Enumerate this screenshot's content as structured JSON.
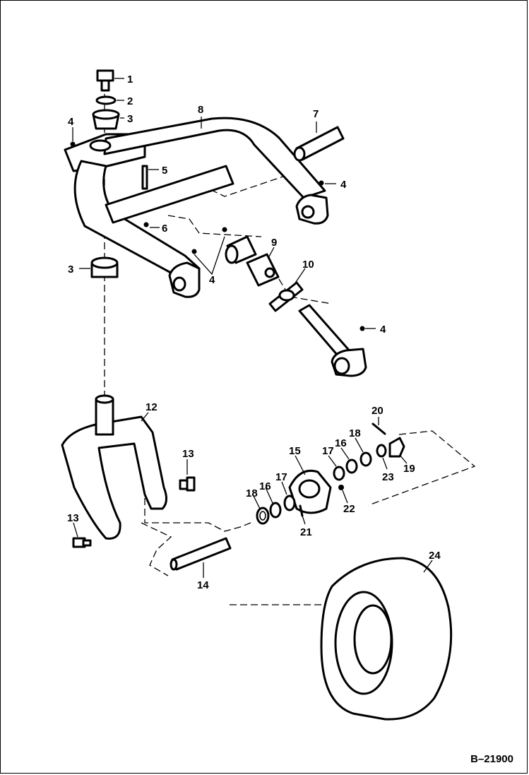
{
  "labels": {
    "l1": "1",
    "l2": "2",
    "l3a": "3",
    "l3b": "3",
    "l4a": "4",
    "l4b": "4",
    "l4c": "4",
    "l4d": "4",
    "l5": "5",
    "l6": "6",
    "l7": "7",
    "l8": "8",
    "l9": "9",
    "l10": "10",
    "l12": "12",
    "l13a": "13",
    "l13b": "13",
    "l14": "14",
    "l15": "15",
    "l16a": "16",
    "l16b": "16",
    "l17a": "17",
    "l17b": "17",
    "l18a": "18",
    "l18b": "18",
    "l19": "19",
    "l20": "20",
    "l21": "21",
    "l22": "22",
    "l23": "23",
    "l24": "24"
  },
  "reference": "B–21900"
}
